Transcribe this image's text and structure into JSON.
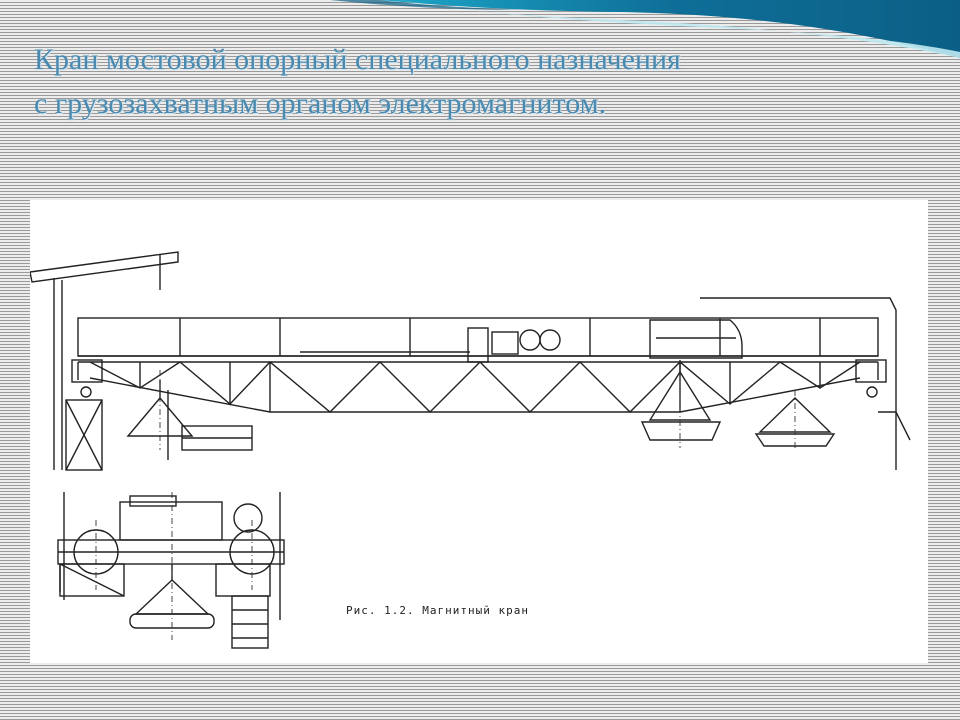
{
  "slide": {
    "title_line1": "Кран мостовой опорный специального назначения",
    "title_line2": "с грузозахватным органом  электромагнитом.",
    "accent_color": "#1a8fb8"
  },
  "figure": {
    "caption": "Рис. 1.2. Магнитный кран"
  }
}
